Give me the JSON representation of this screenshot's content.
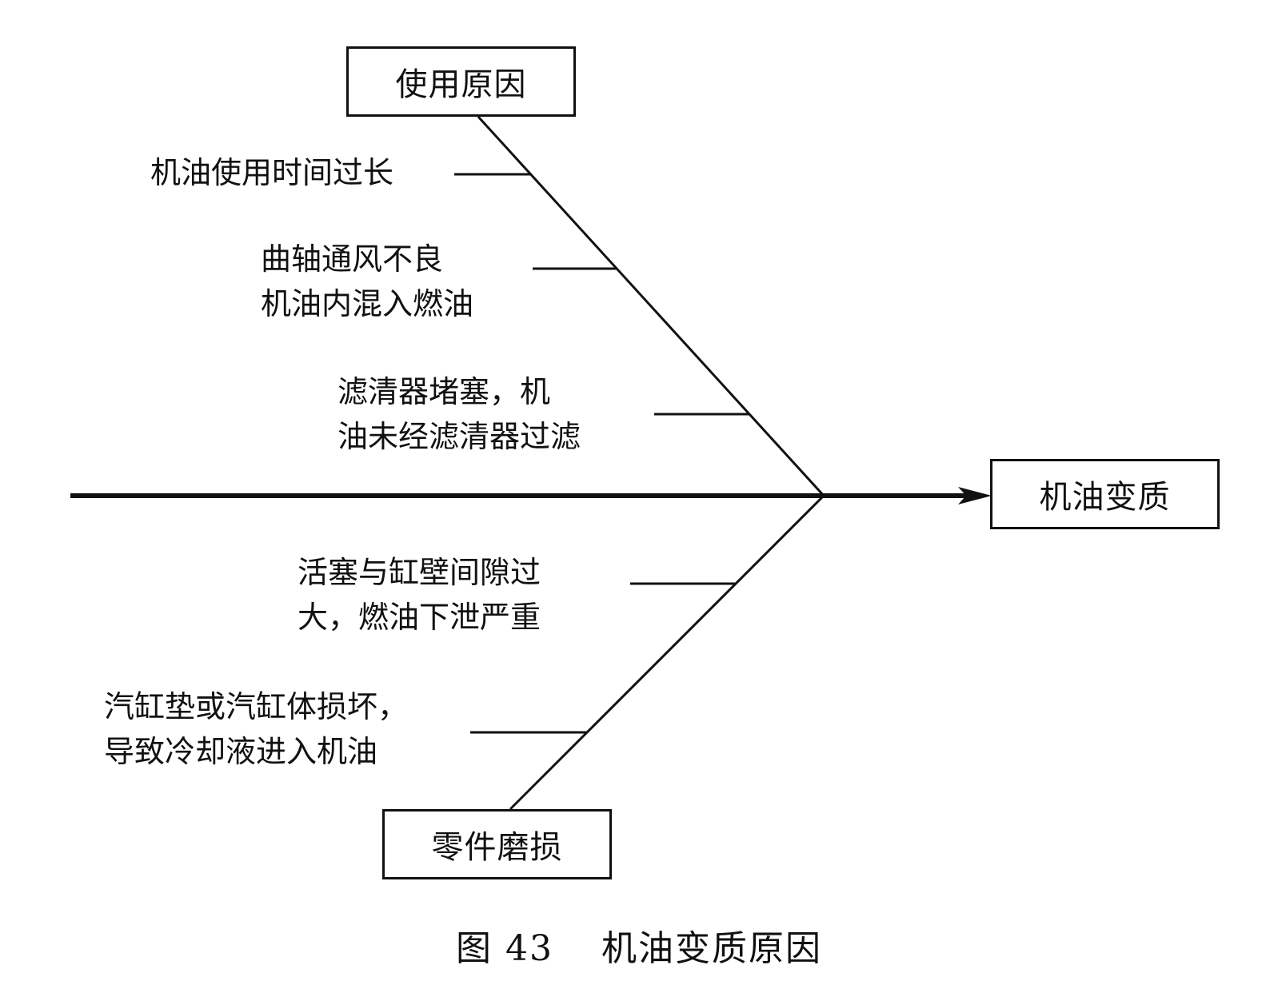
{
  "diagram": {
    "effect": "机油变质",
    "categories": {
      "top": "使用原因",
      "bottom": "零件磨损"
    },
    "top_causes": [
      [
        "机油使用时间过长"
      ],
      [
        "曲轴通风不良",
        "机油内混入燃油"
      ],
      [
        "滤清器堵塞，机",
        "油未经滤清器过滤"
      ]
    ],
    "bottom_causes": [
      [
        "活塞与缸壁间隙过",
        "大，燃油下泄严重"
      ],
      [
        "汽缸垫或汽缸体损坏，",
        "导致冷却液进入机油"
      ]
    ]
  },
  "caption": {
    "figure_label": "图 43",
    "title": "机油变质原因"
  }
}
